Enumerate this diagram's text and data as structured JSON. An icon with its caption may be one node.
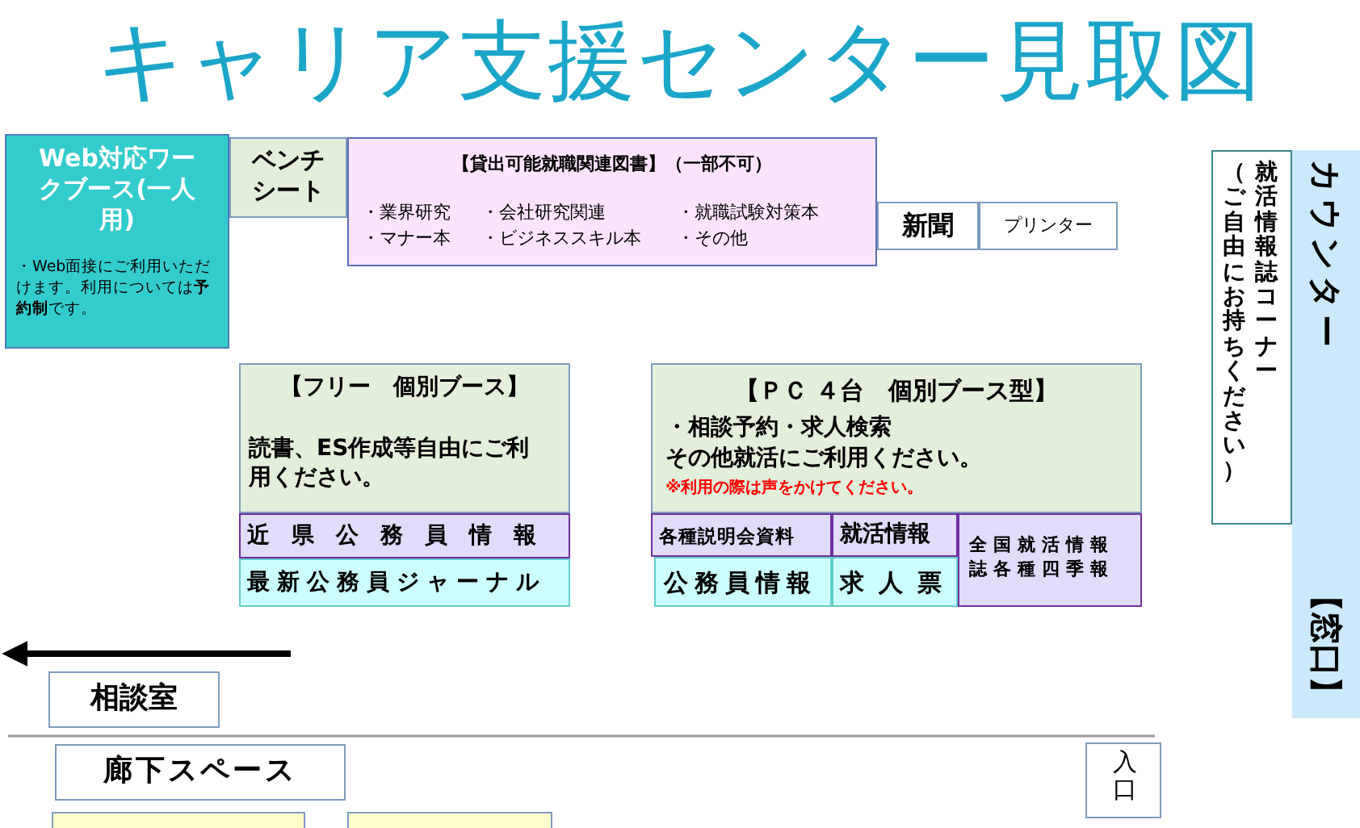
{
  "diagram": {
    "title": "キャリア支援センター見取図",
    "nodes": [
      {
        "text": [
          "Web対応ワークブース(一人用)",
          "・Web面接にご利用いただけます。利用については**予約制**です。"
        ]
      },
      {
        "text": [
          "ベンチシート"
        ]
      },
      {
        "text": [
          "【貸出可能就職関連図書】（一部不可）",
          "・業界研究",
          "・会社研究関連",
          "・就職試験対策本",
          "・マナー本",
          "・ビジネススキル本",
          "・その他"
        ]
      },
      {
        "text": [
          "新聞"
        ]
      },
      {
        "text": [
          "プリンター"
        ]
      },
      {
        "text": [
          "（ご自由にお持ちください）",
          "就活情報誌コーナー"
        ]
      },
      {
        "text": [
          "カウンター",
          "【窓口】"
        ]
      },
      {
        "text": [
          "【フリー　個別ブース】",
          "読書、ES作成等自由にご利用ください。"
        ]
      },
      {
        "text": [
          "近県公務員情報"
        ]
      },
      {
        "text": [
          "最新公務員ジャーナル"
        ]
      },
      {
        "text": [
          "【ＰＣ ４台　個別ブース型】",
          "・相談予約・求人検索",
          "その他就活にご利用ください。",
          "※利用の際は声をかけてください。"
        ]
      },
      {
        "text": [
          "各種説明会資料"
        ]
      },
      {
        "text": [
          "就活情報"
        ]
      },
      {
        "text": [
          "全国就活情報誌各種四季報"
        ]
      },
      {
        "text": [
          "公務員情報"
        ]
      },
      {
        "text": [
          "求人票"
        ]
      },
      {
        "text": [
          "相談室"
        ]
      },
      {
        "text": [
          "廊下スペース"
        ]
      },
      {
        "text": [
          "入口"
        ]
      },
      {
        "text": [],
        "shape": "box"
      },
      {
        "text": [],
        "shape": "box"
      }
    ],
    "edges": []
  }
}
